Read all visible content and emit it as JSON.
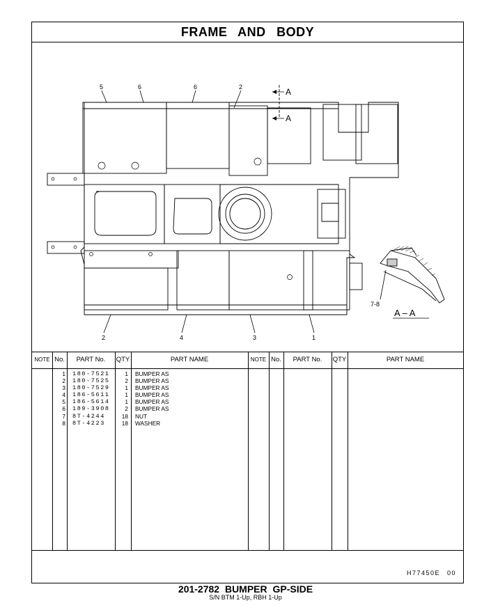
{
  "page": {
    "title": "FRAME AND BODY",
    "code": "H77450E 00",
    "bottom_title": "201-2782 BUMPER GP-SIDE",
    "bottom_sub": "S/N BTM 1-Up, RBH 1-Up"
  },
  "drawing": {
    "callouts_top": [
      "5",
      "6",
      "6",
      "2"
    ],
    "callouts_bottom": [
      "2",
      "4",
      "3",
      "1"
    ],
    "section_marks": [
      "A",
      "A"
    ],
    "detail_callout": "7-8",
    "section_label": "A – A"
  },
  "table": {
    "headers": [
      "NOTE",
      "No.",
      "PART No.",
      "QTY",
      "PART NAME",
      "NOTE",
      "No.",
      "PART No.",
      "QTY",
      "PART NAME"
    ],
    "rows": [
      {
        "no": "1",
        "part": "180-7521",
        "qty": "1",
        "name": "BUMPER AS"
      },
      {
        "no": "2",
        "part": "180-7525",
        "qty": "2",
        "name": "BUMPER AS"
      },
      {
        "no": "3",
        "part": "180-7529",
        "qty": "1",
        "name": "BUMPER AS"
      },
      {
        "no": "4",
        "part": "186-5611",
        "qty": "1",
        "name": "BUMPER AS"
      },
      {
        "no": "5",
        "part": "186-5614",
        "qty": "1",
        "name": "BUMPER AS"
      },
      {
        "no": "6",
        "part": "189-3908",
        "qty": "2",
        "name": "BUMPER AS"
      },
      {
        "no": "7",
        "part": "8T-4244",
        "qty": "18",
        "name": "NUT"
      },
      {
        "no": "8",
        "part": "8T-4223",
        "qty": "18",
        "name": "WASHER"
      }
    ]
  }
}
